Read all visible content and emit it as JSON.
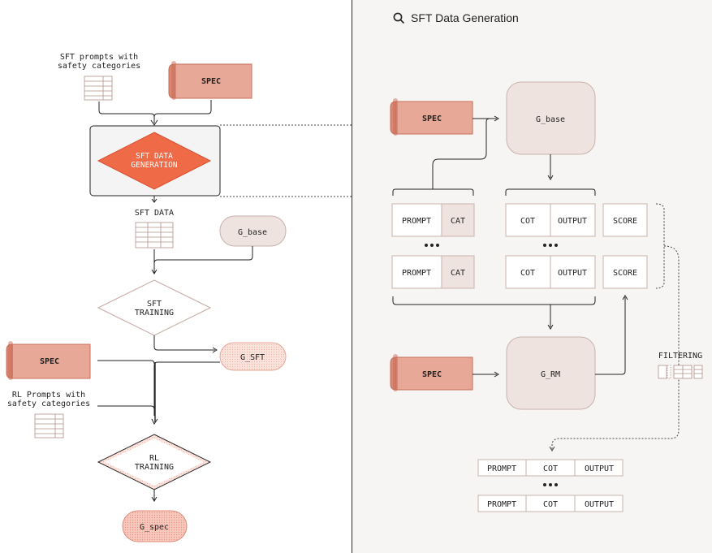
{
  "panel_title": "SFT Data Generation",
  "icons": {
    "search": "search-icon"
  },
  "colors": {
    "spec_fill": "#e8a898",
    "spec_stroke": "#c96e5a",
    "diamond_fill": "#ef6a47",
    "model_fill": "#efe3df",
    "model_stroke": "#c9b2ab",
    "table_stroke": "#b09088",
    "g_sft_fill": "#fbe2dc",
    "g_spec_fill": "#f4c1b6"
  },
  "left": {
    "sft_prompts_label_1": "SFT prompts with",
    "sft_prompts_label_2": "safety categories",
    "spec_top": "SPEC",
    "sft_gen_1": "SFT DATA",
    "sft_gen_2": "GENERATION",
    "sft_data_label": "SFT DATA",
    "g_base": "G_base",
    "sft_training_1": "SFT",
    "sft_training_2": "TRAINING",
    "spec_mid": "SPEC",
    "g_sft": "G_SFT",
    "rl_prompts_label_1": "RL Prompts with",
    "rl_prompts_label_2": "safety categories",
    "rl_training_1": "RL",
    "rl_training_2": "TRAINING",
    "g_spec": "G_spec"
  },
  "right": {
    "spec_top": "SPEC",
    "g_base": "G_base",
    "prompt": "PROMPT",
    "cat": "CAT",
    "cot": "COT",
    "output": "OUTPUT",
    "score": "SCORE",
    "spec_bottom": "SPEC",
    "g_rm": "G_RM",
    "filtering": "FILTERING",
    "final_prompt": "PROMPT",
    "final_cot": "COT",
    "final_output": "OUTPUT"
  }
}
